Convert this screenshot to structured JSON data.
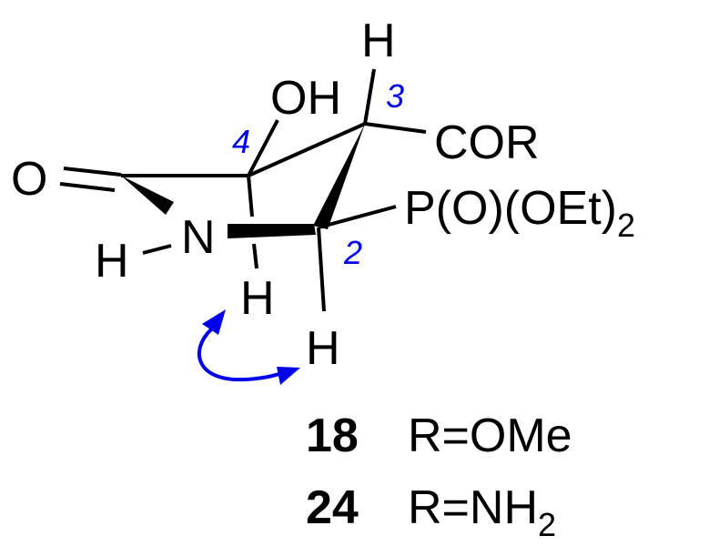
{
  "molecule": {
    "atoms": {
      "O_carbonyl": "O",
      "N": "N",
      "H_N": "H",
      "OH": "OH",
      "H_C3": "H",
      "COR": "COR",
      "P_group": "P(O)(OEt)",
      "P_group_subscript": "2",
      "H_C4": "H",
      "H_C2": "H"
    },
    "locants": {
      "c2": "2",
      "c3": "3",
      "c4": "4"
    },
    "noe_arrow_color": "#0000ee"
  },
  "compounds": [
    {
      "id": "18",
      "r_label": "R=OMe",
      "subscript": ""
    },
    {
      "id": "24",
      "r_label": "R=NH",
      "subscript": "2"
    }
  ]
}
